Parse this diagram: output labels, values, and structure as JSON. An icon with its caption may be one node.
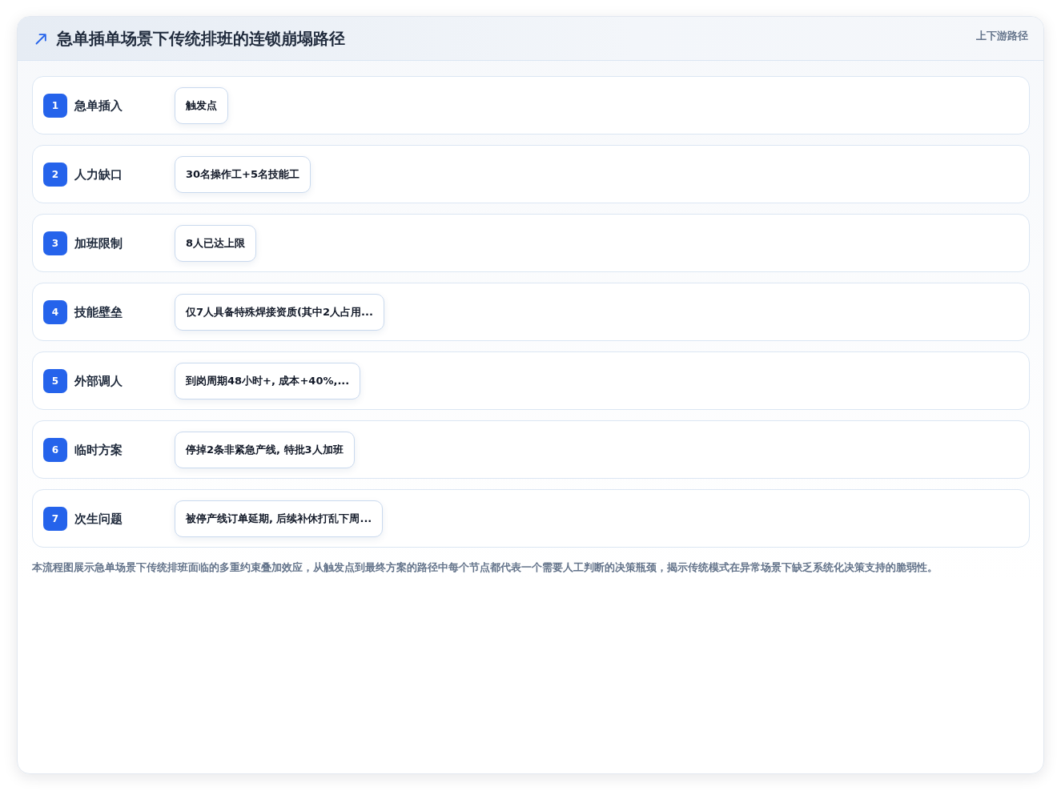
{
  "diagram": {
    "title": "急单插单场景下传统排班的连锁崩塌路径",
    "nodes": [
      {
        "text": [
          "急单插入"
        ]
      },
      {
        "text": [
          "1"
        ],
        "in": 0
      },
      {
        "text": [
          "触发点"
        ],
        "in": 0
      },
      {
        "text": [
          "人力缺口"
        ]
      },
      {
        "text": [
          "2"
        ],
        "in": 3
      },
      {
        "text": [
          "30名操作工+5名技能工"
        ],
        "in": 3
      },
      {
        "text": [
          "加班限制"
        ]
      },
      {
        "text": [
          "3"
        ],
        "in": 6
      },
      {
        "text": [
          "8人已达上限"
        ],
        "in": 6
      },
      {
        "text": [
          "技能壁垒"
        ]
      },
      {
        "text": [
          "4"
        ],
        "in": 9
      },
      {
        "text": [
          "仅7人具备特殊焊接资质(其中2人占用..."
        ],
        "in": 9
      },
      {
        "text": [
          "外部调人"
        ]
      },
      {
        "text": [
          "5"
        ],
        "in": 12
      },
      {
        "text": [
          "到岗周期48小时+, 成本+40%,..."
        ],
        "in": 12
      },
      {
        "text": [
          "临时方案"
        ]
      },
      {
        "text": [
          "6"
        ],
        "in": 15
      },
      {
        "text": [
          "停掉2条非紧急产线, 特批3人加班"
        ],
        "in": 15
      },
      {
        "text": [
          "次生问题"
        ]
      },
      {
        "text": [
          "7"
        ],
        "in": 18
      },
      {
        "text": [
          "被停产线订单延期, 后续补休打乱下周..."
        ],
        "in": 18
      }
    ],
    "labels": [
      "上下游路径"
    ],
    "caption": "本流程图展示急单场景下传统排班面临的多重约束叠加效应，从触发点到最终方案的路径中每个节点都代表一个需要人工判断的决策瓶颈，揭示传统模式在异常场景下缺乏系统化决策支持的脆弱性。"
  }
}
